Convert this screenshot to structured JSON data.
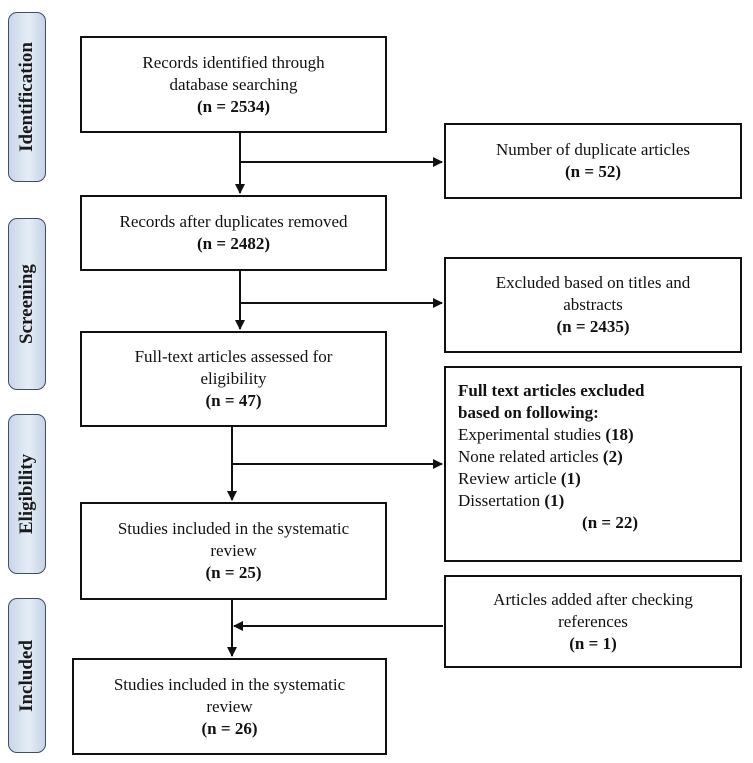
{
  "stages": [
    {
      "label": "Identification"
    },
    {
      "label": "Screening"
    },
    {
      "label": "Eligibility"
    },
    {
      "label": "Included"
    }
  ],
  "main": [
    {
      "line1": "Records identified  through",
      "line2": "database searching",
      "n": "(n = 2534)"
    },
    {
      "line1": "Records after duplicates  removed",
      "n": "(n = 2482)"
    },
    {
      "line1": "Full-text articles assessed for",
      "line2": "eligibility",
      "n": "(n = 47)"
    },
    {
      "line1": "Studies included  in the systematic",
      "line2": "review",
      "n": "(n = 25)"
    },
    {
      "line1": "Studies included  in the systematic",
      "line2": "review",
      "n": "(n = 26)"
    }
  ],
  "side": {
    "duplicates": {
      "line1": "Number of duplicate  articles",
      "n": "(n = 52)"
    },
    "excluded_titles": {
      "line1": "Excluded  based on titles  and",
      "line2": "abstracts",
      "n": "(n = 2435)"
    },
    "excluded_full": {
      "head1": "Full text articles excluded",
      "head2": "based on following:",
      "items": [
        {
          "label": "Experimental studies ",
          "count": "(18)"
        },
        {
          "label": "None related articles ",
          "count": "(2)"
        },
        {
          "label": "Review article ",
          "count": "(1)"
        },
        {
          "label": "Dissertation ",
          "count": "(1)"
        }
      ],
      "n": "(n = 22)"
    },
    "added": {
      "line1": "Articles added after checking",
      "line2": "references",
      "n": "(n = 1)"
    }
  }
}
